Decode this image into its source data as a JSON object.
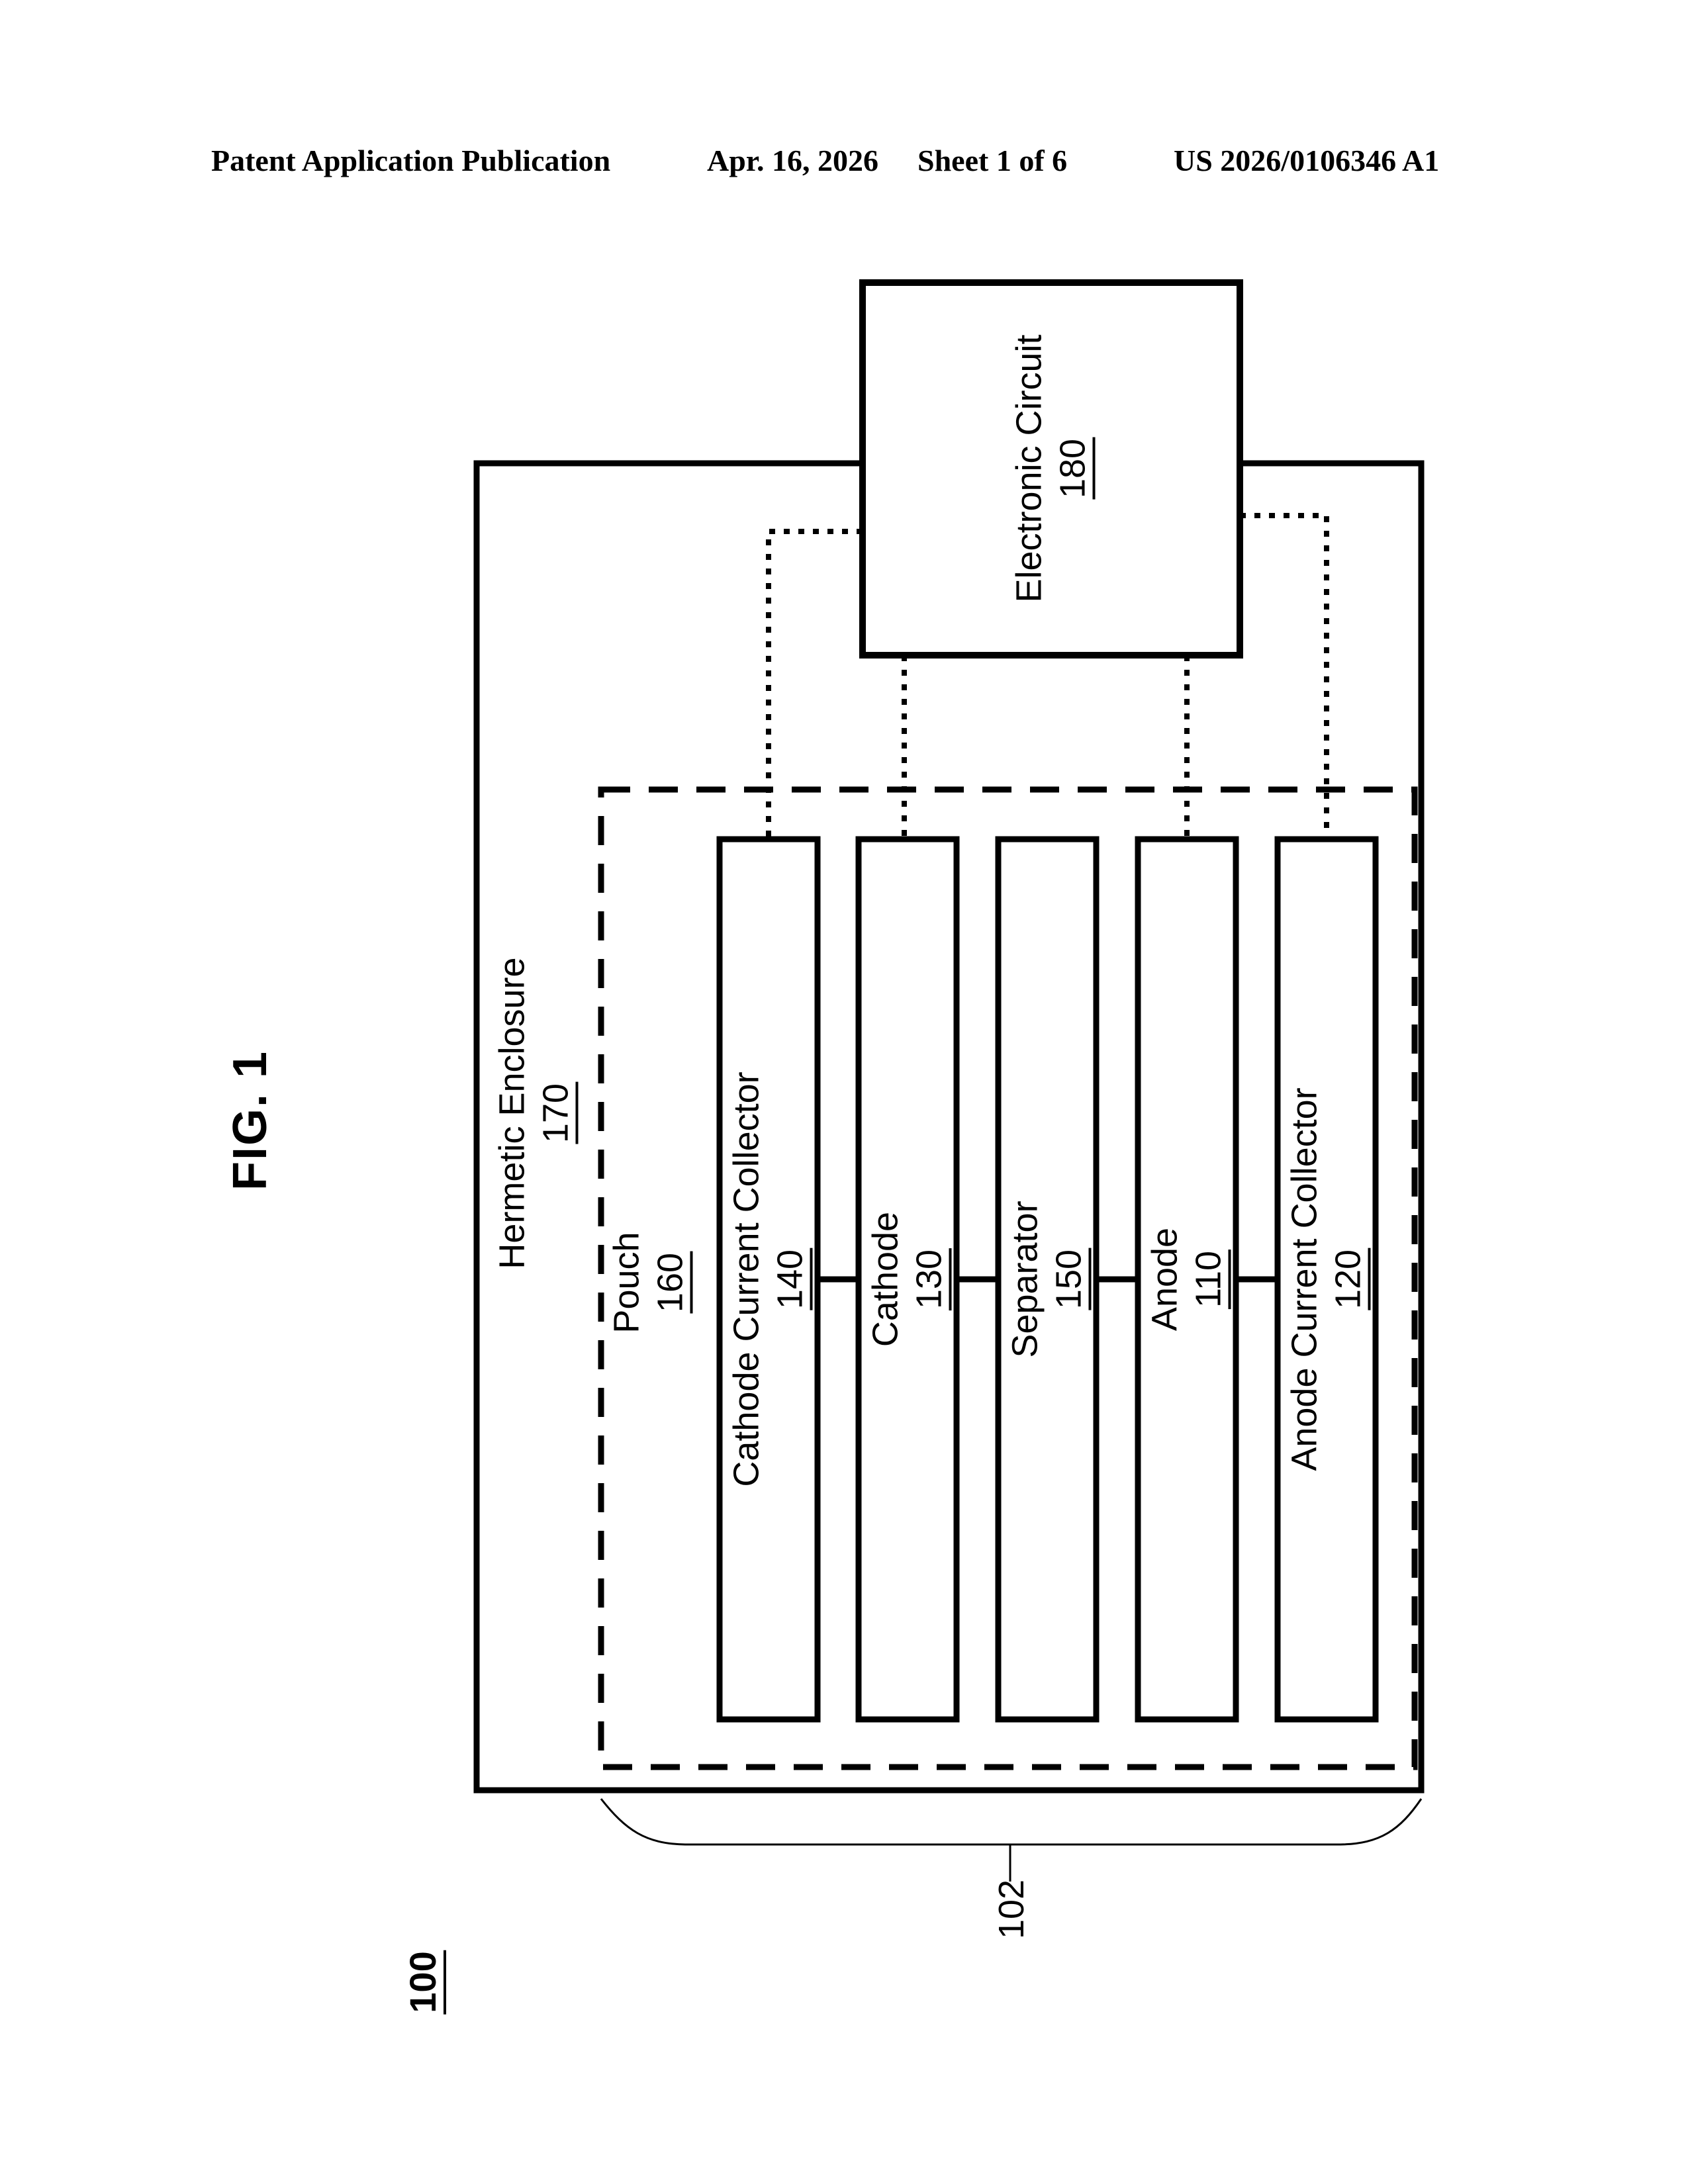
{
  "header": {
    "publication": "Patent Application Publication",
    "date": "Apr. 16, 2026",
    "sheet": "Sheet 1 of 6",
    "doc_number": "US 2026/0106346 A1"
  },
  "figure": {
    "label": "FIG. 1",
    "overall_ref": "100",
    "enclosure_ref": "102",
    "electronic_circuit": {
      "name": "Electronic Circuit",
      "ref": "180"
    },
    "hermetic_enclosure": {
      "name": "Hermetic Enclosure",
      "ref": "170"
    },
    "pouch": {
      "name": "Pouch",
      "ref": "160"
    },
    "layers": [
      {
        "name": "Cathode Current Collector",
        "ref": "140"
      },
      {
        "name": "Cathode",
        "ref": "130"
      },
      {
        "name": "Separator",
        "ref": "150"
      },
      {
        "name": "Anode",
        "ref": "110"
      },
      {
        "name": "Anode Current Collector",
        "ref": "120"
      }
    ]
  },
  "colors": {
    "ink": "#000000",
    "paper": "#ffffff"
  }
}
